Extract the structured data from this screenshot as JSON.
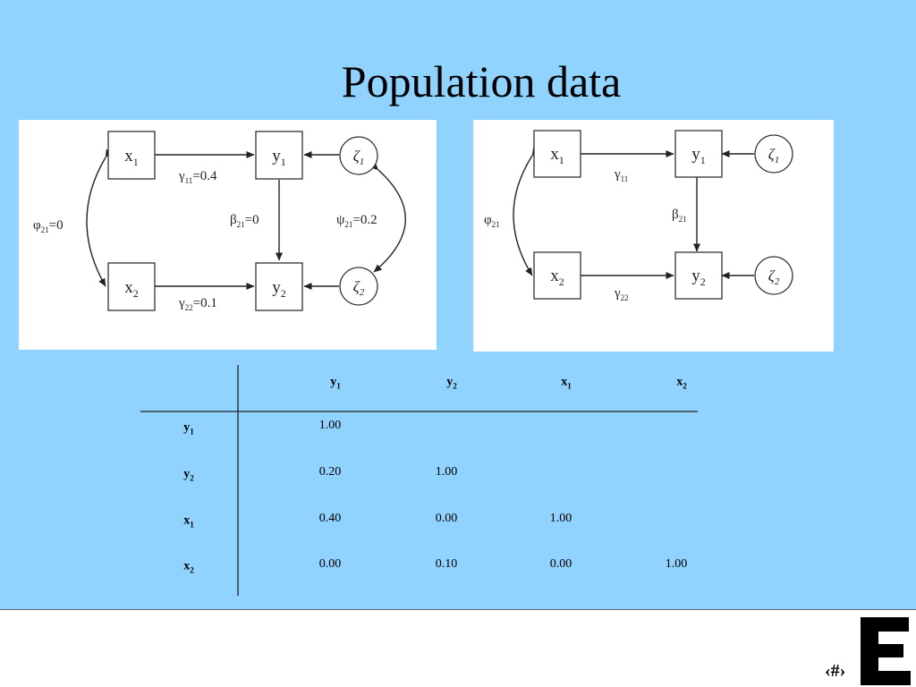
{
  "slide": {
    "title": "Population data",
    "slide_number": "‹#›",
    "logo_letter": "E"
  },
  "diagram_left": {
    "nodes": {
      "x1": {
        "base": "x",
        "sub": "1"
      },
      "x2": {
        "base": "x",
        "sub": "2"
      },
      "y1": {
        "base": "y",
        "sub": "1"
      },
      "y2": {
        "base": "y",
        "sub": "2"
      },
      "zeta1": {
        "base": "ζ",
        "sub": "1"
      },
      "zeta2": {
        "base": "ζ",
        "sub": "2"
      }
    },
    "labels": {
      "gamma11": {
        "base": "γ",
        "sub": "11",
        "rest": "=0.4"
      },
      "gamma22": {
        "base": "γ",
        "sub": "22",
        "rest": "=0.1"
      },
      "beta21": {
        "base": "β",
        "sub": "21",
        "rest": "=0"
      },
      "phi21": {
        "base": "φ",
        "sub": "21",
        "rest": "=0"
      },
      "psi21": {
        "base": "ψ",
        "sub": "21",
        "rest": "=0.2"
      }
    }
  },
  "diagram_right": {
    "nodes": {
      "x1": {
        "base": "x",
        "sub": "1"
      },
      "x2": {
        "base": "x",
        "sub": "2"
      },
      "y1": {
        "base": "y",
        "sub": "1"
      },
      "y2": {
        "base": "y",
        "sub": "2"
      },
      "zeta1": {
        "base": "ζ",
        "sub": "1"
      },
      "zeta2": {
        "base": "ζ",
        "sub": "2"
      }
    },
    "labels": {
      "gamma11": {
        "base": "γ",
        "sub": "11"
      },
      "gamma22": {
        "base": "γ",
        "sub": "22"
      },
      "beta21": {
        "base": "β",
        "sub": "21"
      },
      "phi21": {
        "base": "φ",
        "sub": "21"
      }
    }
  },
  "matrix": {
    "columns": [
      {
        "base": "y",
        "sub": "1"
      },
      {
        "base": "y",
        "sub": "2"
      },
      {
        "base": "x",
        "sub": "1"
      },
      {
        "base": "x",
        "sub": "2"
      }
    ],
    "rows": [
      {
        "label": {
          "base": "y",
          "sub": "1"
        },
        "values": [
          "1.00",
          "",
          "",
          ""
        ]
      },
      {
        "label": {
          "base": "y",
          "sub": "2"
        },
        "values": [
          "0.20",
          "1.00",
          "",
          ""
        ]
      },
      {
        "label": {
          "base": "x",
          "sub": "1"
        },
        "values": [
          "0.40",
          "0.00",
          "1.00",
          ""
        ]
      },
      {
        "label": {
          "base": "x",
          "sub": "2"
        },
        "values": [
          "0.00",
          "0.10",
          "0.00",
          "1.00"
        ]
      }
    ]
  }
}
